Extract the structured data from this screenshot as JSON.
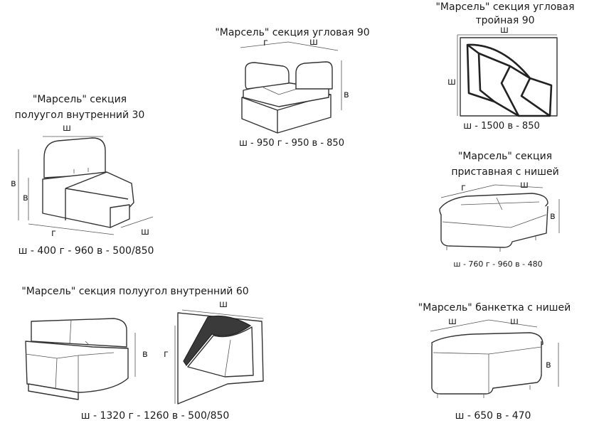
{
  "items": [
    {
      "title": "\"Марсель\" секция угловая 90",
      "dims": "ш - 950 г - 950 в - 850",
      "labels": {
        "g": "г",
        "sh": "ш",
        "v": "в"
      }
    },
    {
      "title_line1": "\"Марсель\" секция угловая",
      "title_line2": "тройная  90",
      "dims": "ш - 1500 в - 850",
      "labels": {
        "sh_top": "ш",
        "sh_left": "ш"
      }
    },
    {
      "title_line1": "\"Марсель\" секция",
      "title_line2": "полуугол внутренний 30",
      "dims": "ш - 400 г - 960 в - 500/850",
      "labels": {
        "sh_top": "ш",
        "v_outer": "в",
        "v_inner": "в",
        "g": "г",
        "sh_bottom": "ш"
      }
    },
    {
      "title_line1": "\"Марсель\" секция",
      "title_line2": "приставная с нишей",
      "dims": "ш - 760 г - 960 в - 480",
      "labels": {
        "g": "г",
        "sh": "ш",
        "v": "в"
      }
    },
    {
      "title": "\"Марсель\" секция полуугол внутренний 60",
      "dims": "ш - 1320 г - 1260 в - 500/850",
      "labels": {
        "v": "в",
        "sh": "ш",
        "g": "г"
      }
    },
    {
      "title": "\"Марсель\" банкетка с нишей",
      "dims": "ш - 650 в - 470",
      "labels": {
        "sh_left": "ш",
        "sh_right": "ш",
        "v": "в"
      }
    }
  ]
}
